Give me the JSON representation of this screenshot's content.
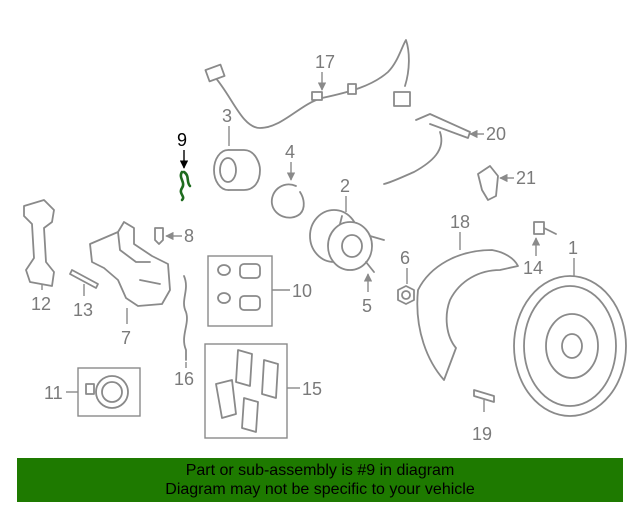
{
  "diagram": {
    "highlighted_part": "9",
    "callouts": {
      "c1": "1",
      "c2": "2",
      "c3": "3",
      "c4": "4",
      "c5": "5",
      "c6": "6",
      "c7": "7",
      "c8": "8",
      "c9": "9",
      "c10": "10",
      "c11": "11",
      "c12": "12",
      "c13": "13",
      "c14": "14",
      "c15": "15",
      "c16": "16",
      "c17": "17",
      "c18": "18",
      "c19": "19",
      "c20": "20",
      "c21": "21"
    }
  },
  "banner": {
    "line1": "Part or sub-assembly is #9 in diagram",
    "line2": "Diagram may not be specific to your vehicle",
    "color": "#1e7a00"
  },
  "colors": {
    "line": "#8a8a8a",
    "highlight": "#1e6b1e"
  }
}
